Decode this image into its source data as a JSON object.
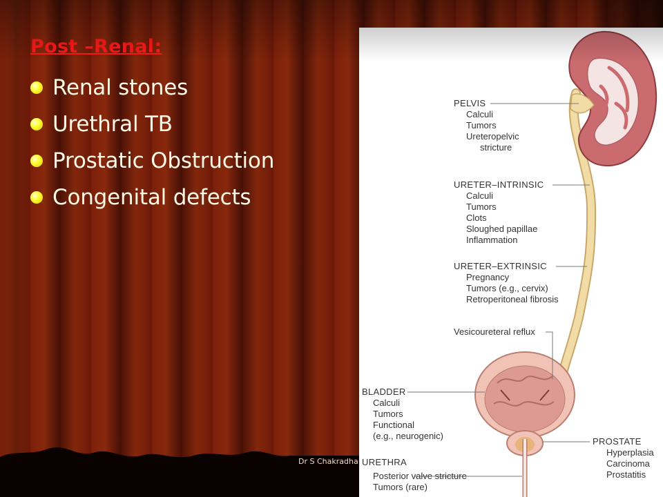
{
  "slide": {
    "heading": "Post –Renal:",
    "bullets": [
      "Renal stones",
      "Urethral TB",
      "Prostatic Obstruction",
      "Congenital defects"
    ],
    "footer": "Dr S Chakradha"
  },
  "diagram": {
    "pelvis": {
      "header": "PELVIS",
      "items": [
        "Calculi",
        "Tumors",
        "Ureteropelvic",
        "stricture"
      ]
    },
    "ureter_intrinsic": {
      "header": "URETER–INTRINSIC",
      "items": [
        "Calculi",
        "Tumors",
        "Clots",
        "Sloughed papillae",
        "Inflammation"
      ]
    },
    "ureter_extrinsic": {
      "header": "URETER–EXTRINSIC",
      "items": [
        "Pregnancy",
        "Tumors (e.g., cervix)",
        "Retroperitoneal fibrosis"
      ]
    },
    "reflux": {
      "header": "Vesicoureteral reflux"
    },
    "bladder": {
      "header": "BLADDER",
      "items": [
        "Calculi",
        "Tumors",
        "Functional",
        "(e.g., neurogenic)"
      ]
    },
    "prostate": {
      "header": "PROSTATE",
      "items": [
        "Hyperplasia",
        "Carcinoma",
        "Prostatitis"
      ]
    },
    "urethra": {
      "header": "URETHRA",
      "items": [
        "Posterior valve stricture",
        "Tumors (rare)"
      ]
    }
  },
  "colors": {
    "heading": "#ff1a1a",
    "bullet_text": "#fff8e6",
    "bullet_dot": "#ffff33",
    "kidney": "#c96b6f",
    "ureter": "#f2dca6",
    "bladder_wall": "#f0c3b6"
  }
}
